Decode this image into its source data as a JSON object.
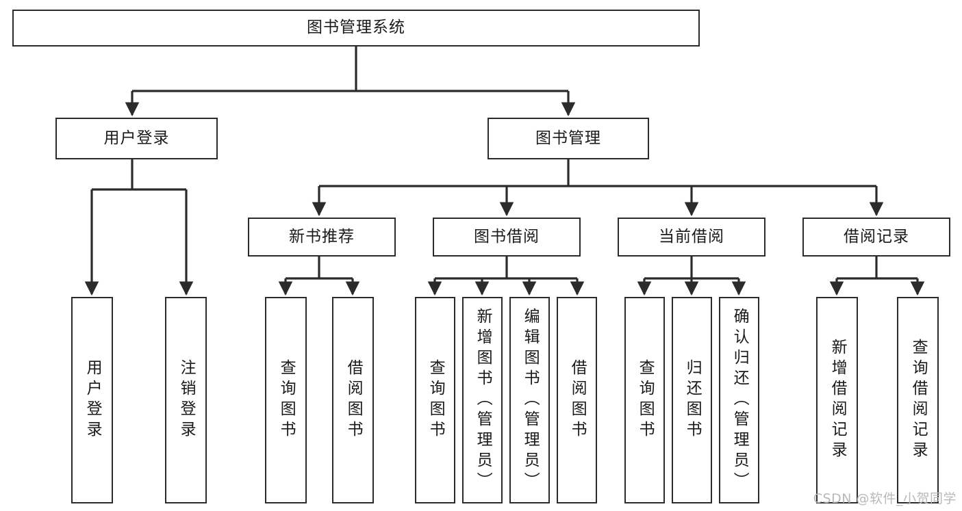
{
  "diagram": {
    "title": "图书管理系统",
    "type": "hierarchy-tree",
    "orientation": "top-down",
    "colors": {
      "box_border": "#2b2b2b",
      "box_fill": "#ffffff",
      "edge": "#2b2b2b",
      "text": "#1a1a1a",
      "watermark": "#b9b9b9"
    },
    "root": {
      "id": "root",
      "label": "图书管理系统",
      "text_direction": "horizontal"
    },
    "level2": [
      {
        "id": "user-login",
        "label": "用户登录",
        "text_direction": "horizontal"
      },
      {
        "id": "book-manage",
        "label": "图书管理",
        "text_direction": "horizontal"
      }
    ],
    "level3": [
      {
        "id": "new-book-rec",
        "label": "新书推荐",
        "text_direction": "horizontal"
      },
      {
        "id": "book-borrow",
        "label": "图书借阅",
        "text_direction": "horizontal"
      },
      {
        "id": "current-borrow",
        "label": "当前借阅",
        "text_direction": "horizontal"
      },
      {
        "id": "borrow-record",
        "label": "借阅记录",
        "text_direction": "horizontal"
      }
    ],
    "leaves": [
      {
        "id": "leaf-user-login",
        "label": "用户登录",
        "parent": "user-login",
        "text_direction": "vertical"
      },
      {
        "id": "leaf-user-logout",
        "label": "注销登录",
        "parent": "user-login",
        "text_direction": "vertical"
      },
      {
        "id": "leaf-query-book-1",
        "label": "查询图书",
        "parent": "new-book-rec",
        "text_direction": "vertical"
      },
      {
        "id": "leaf-borrow-book-1",
        "label": "借阅图书",
        "parent": "new-book-rec",
        "text_direction": "vertical"
      },
      {
        "id": "leaf-query-book-2",
        "label": "查询图书",
        "parent": "book-borrow",
        "text_direction": "vertical"
      },
      {
        "id": "leaf-add-book",
        "label": "新增图书（管理员）",
        "parent": "book-borrow",
        "text_direction": "vertical"
      },
      {
        "id": "leaf-edit-book",
        "label": "编辑图书（管理员）",
        "parent": "book-borrow",
        "text_direction": "vertical"
      },
      {
        "id": "leaf-borrow-book-2",
        "label": "借阅图书",
        "parent": "book-borrow",
        "text_direction": "vertical"
      },
      {
        "id": "leaf-query-book-3",
        "label": "查询图书",
        "parent": "current-borrow",
        "text_direction": "vertical"
      },
      {
        "id": "leaf-return-book",
        "label": "归还图书",
        "parent": "current-borrow",
        "text_direction": "vertical"
      },
      {
        "id": "leaf-confirm-return",
        "label": "确认归还（管理员）",
        "parent": "current-borrow",
        "text_direction": "vertical"
      },
      {
        "id": "leaf-add-record",
        "label": "新增借阅记录",
        "parent": "borrow-record",
        "text_direction": "vertical"
      },
      {
        "id": "leaf-query-record",
        "label": "查询借阅记录",
        "parent": "borrow-record",
        "text_direction": "vertical"
      }
    ]
  },
  "watermark": {
    "text": "CSDN @软件_小贺同学"
  }
}
